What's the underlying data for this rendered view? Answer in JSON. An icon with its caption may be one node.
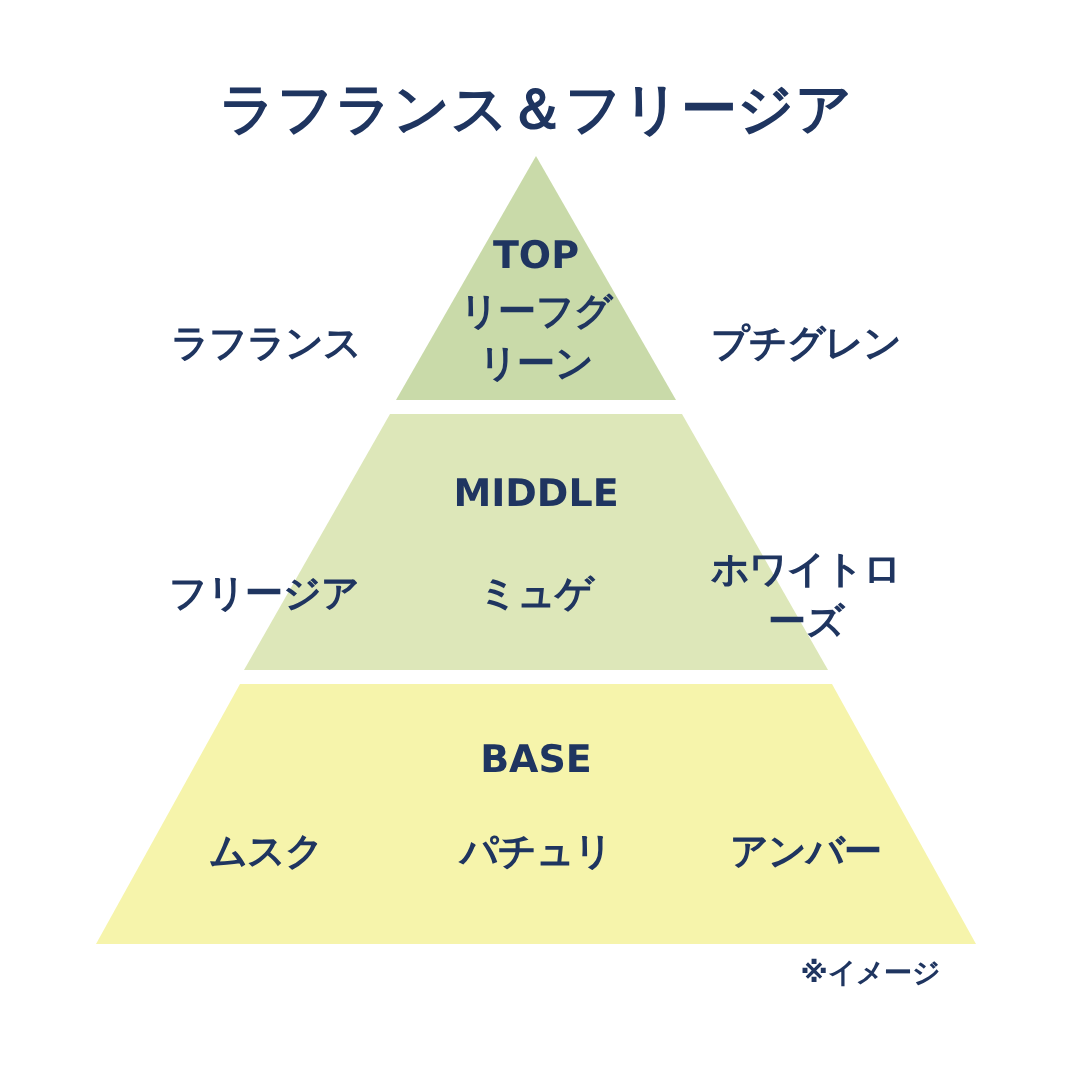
{
  "diagram": {
    "title": "ラフランス＆フリージア",
    "nodes": [
      {
        "text": [
          "TOP",
          "リーフグリーン"
        ],
        "beside": [
          "ラフランス",
          "プチグレン"
        ]
      },
      {
        "text": [
          "MIDDLE",
          "フリージア",
          "ミュゲ",
          "ホワイトローズ"
        ]
      },
      {
        "text": [
          "BASE",
          "ムスク",
          "パチュリ",
          "アンバー"
        ]
      }
    ],
    "labels": [
      "※イメージ"
    ]
  }
}
